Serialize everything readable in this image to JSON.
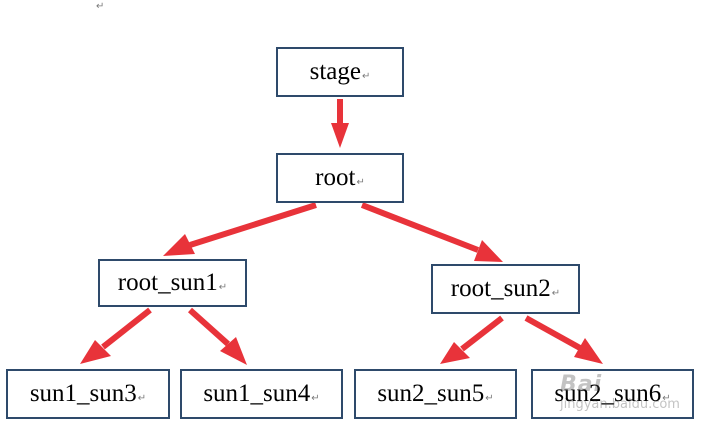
{
  "diagram": {
    "nodes": {
      "stage": "stage",
      "root": "root",
      "root_sun1": "root_sun1",
      "root_sun2": "root_sun2",
      "sun1_sun3": "sun1_sun3",
      "sun1_sun4": "sun1_sun4",
      "sun2_sun5": "sun2_sun5",
      "sun2_sun6": "sun2_sun6"
    },
    "edges": [
      [
        "stage",
        "root"
      ],
      [
        "root",
        "root_sun1"
      ],
      [
        "root",
        "root_sun2"
      ],
      [
        "root_sun1",
        "sun1_sun3"
      ],
      [
        "root_sun1",
        "sun1_sun4"
      ],
      [
        "root_sun2",
        "sun2_sun5"
      ],
      [
        "root_sun2",
        "sun2_sun6"
      ]
    ],
    "paragraph_mark": "↵"
  },
  "colors": {
    "box_border": "#2e4a6b",
    "arrow": "#e8333a"
  },
  "watermark": {
    "logo": "Bai",
    "url": "jingyan.baidu.com"
  }
}
